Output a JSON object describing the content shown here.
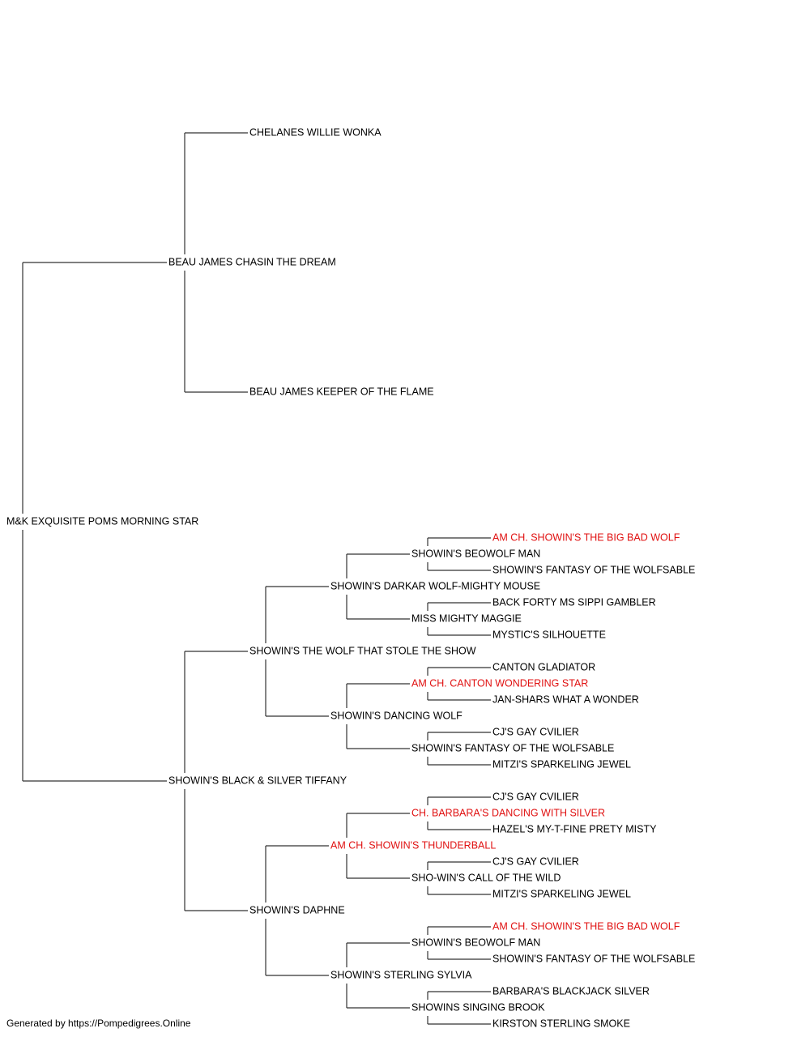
{
  "colors": {
    "normal": "#000000",
    "champion": "#e01010",
    "line": "#333333"
  },
  "footer": {
    "text": "Generated by https://Pompedigrees.Online"
  },
  "pedigree": {
    "name": "M&K EXQUISITE POMS MORNING STAR",
    "ch": false,
    "sire": {
      "name": "BEAU JAMES CHASIN THE DREAM",
      "ch": false,
      "sire": {
        "name": "CHELANES WILLIE WONKA",
        "ch": false
      },
      "dam": {
        "name": "BEAU JAMES KEEPER OF THE FLAME",
        "ch": false
      }
    },
    "dam": {
      "name": "SHOWIN'S BLACK & SILVER TIFFANY",
      "ch": false,
      "sire": {
        "name": "SHOWIN'S THE WOLF THAT STOLE THE SHOW",
        "ch": false,
        "sire": {
          "name": "SHOWIN'S DARKAR WOLF-MIGHTY MOUSE",
          "ch": false,
          "sire": {
            "name": "SHOWIN'S BEOWOLF MAN",
            "ch": false,
            "sire": {
              "name": "AM CH. SHOWIN'S THE BIG BAD WOLF",
              "ch": true
            },
            "dam": {
              "name": "SHOWIN'S FANTASY OF THE WOLFSABLE",
              "ch": false
            }
          },
          "dam": {
            "name": "MISS MIGHTY MAGGIE",
            "ch": false,
            "sire": {
              "name": "BACK FORTY MS SIPPI GAMBLER",
              "ch": false
            },
            "dam": {
              "name": "MYSTIC'S SILHOUETTE",
              "ch": false
            }
          }
        },
        "dam": {
          "name": "SHOWIN'S DANCING WOLF",
          "ch": false,
          "sire": {
            "name": "AM CH. CANTON WONDERING STAR",
            "ch": true,
            "sire": {
              "name": "CANTON GLADIATOR",
              "ch": false
            },
            "dam": {
              "name": "JAN-SHARS WHAT A WONDER",
              "ch": false
            }
          },
          "dam": {
            "name": "SHOWIN'S FANTASY OF THE WOLFSABLE",
            "ch": false,
            "sire": {
              "name": "CJ'S GAY CVILIER",
              "ch": false
            },
            "dam": {
              "name": "MITZI'S SPARKELING JEWEL",
              "ch": false
            }
          }
        }
      },
      "dam": {
        "name": "SHOWIN'S DAPHNE",
        "ch": false,
        "sire": {
          "name": "AM CH. SHOWIN'S THUNDERBALL",
          "ch": true,
          "sire": {
            "name": "CH. BARBARA'S DANCING WITH SILVER",
            "ch": true,
            "sire": {
              "name": "CJ'S GAY CVILIER",
              "ch": false
            },
            "dam": {
              "name": "HAZEL'S MY-T-FINE PRETY MISTY",
              "ch": false
            }
          },
          "dam": {
            "name": "SHO-WIN'S CALL OF THE WILD",
            "ch": false,
            "sire": {
              "name": "CJ'S GAY CVILIER",
              "ch": false
            },
            "dam": {
              "name": "MITZI'S SPARKELING JEWEL",
              "ch": false
            }
          }
        },
        "dam": {
          "name": "SHOWIN'S STERLING SYLVIA",
          "ch": false,
          "sire": {
            "name": "SHOWIN'S BEOWOLF MAN",
            "ch": false,
            "sire": {
              "name": "AM CH. SHOWIN'S THE BIG BAD WOLF",
              "ch": true
            },
            "dam": {
              "name": "SHOWIN'S FANTASY OF THE WOLFSABLE",
              "ch": false
            }
          },
          "dam": {
            "name": "SHOWINS SINGING BROOK",
            "ch": false,
            "sire": {
              "name": "BARBARA'S BLACKJACK SILVER",
              "ch": false
            },
            "dam": {
              "name": "KIRSTON STERLING SMOKE",
              "ch": false
            }
          }
        }
      }
    }
  }
}
